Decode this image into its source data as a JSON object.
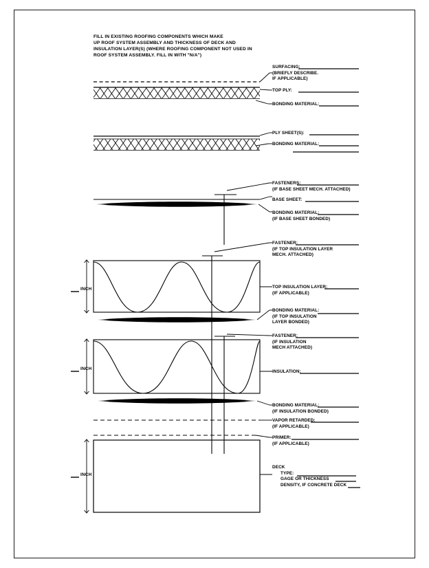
{
  "document": {
    "type": "roofing-system-assembly-worksheet",
    "header_lines": [
      "FILL IN EXISTING ROOFING COMPONENTS WHICH MAKE",
      "UP ROOF SYSTEM ASSEMBLY AND THICKNESS OF DECK AND",
      "INSULATION LAYER(S) (WHERE ROOFING COMPONENT NOT USED IN",
      "ROOF SYSTEM ASSEMBLY. FILL IN WITH \"N/A\")"
    ],
    "colors": {
      "ink": "#000000",
      "border": "#1a1a1a",
      "paper": "#ffffff"
    }
  },
  "dimension_labels": [
    {
      "id": "top-insulation-inch",
      "text": "INCH"
    },
    {
      "id": "insulation-inch",
      "text": "INCH"
    },
    {
      "id": "deck-inch",
      "text": "INCH"
    }
  ],
  "callouts": [
    {
      "id": "surfacing",
      "title": "SURFACING:",
      "sub": [
        "(BRIEFLY DESCRIBE.",
        "IF APPLICABLE)"
      ],
      "rule_after_title": true
    },
    {
      "id": "top-ply",
      "title": "TOP PLY:",
      "sub": [],
      "rule_after_title": true
    },
    {
      "id": "bonding-material-top-ply",
      "title": "BONDING MATERIAL:",
      "sub": [],
      "rule_after_title": true
    },
    {
      "id": "ply-sheets",
      "title": "PLY SHEET(S):",
      "sub": [],
      "rule_after_title": true
    },
    {
      "id": "bonding-material-ply-sheets",
      "title": "BONDING MATERIAL:",
      "sub": [],
      "rule_after_title": true
    },
    {
      "id": "fasteners-base-sheet",
      "title": "FASTENERS:",
      "sub": [
        "(IF BASE SHEET MECH. ATTACHED)"
      ],
      "rule_after_title": true
    },
    {
      "id": "base-sheet",
      "title": "BASE SHEET:",
      "sub": [],
      "rule_after_title": true
    },
    {
      "id": "bonding-material-base-sheet",
      "title": "BONDING MATERIAL:",
      "sub": [
        "(IF BASE SHEET BONDED)"
      ],
      "rule_after_title": true
    },
    {
      "id": "fastener-top-insulation",
      "title": "FASTENER:",
      "sub": [
        "(IF TOP INSULATION LAYER",
        "MECH. ATTACHED)"
      ],
      "rule_after_title": true
    },
    {
      "id": "top-insulation-layer",
      "title": "TOP INSULATION LAYER:",
      "sub": [
        "(IF APPLICABLE)"
      ],
      "rule_after_title": true
    },
    {
      "id": "bonding-material-top-insulation",
      "title": "BONDING MATERIAL:",
      "sub": [
        "(IF TOP INSULATION",
        "LAYER BONDED)"
      ],
      "rule_after_title": true
    },
    {
      "id": "fastener-insulation",
      "title": "FASTENER:",
      "sub": [
        "(IF INSULATION",
        "MECH ATTACHED)"
      ],
      "rule_after_title": true
    },
    {
      "id": "insulation",
      "title": "INSULATION:",
      "sub": [],
      "rule_after_title": true
    },
    {
      "id": "bonding-material-insulation",
      "title": "BONDING MATERIAL:",
      "sub": [
        "(IF INSULATION BONDED)"
      ],
      "rule_after_title": true
    },
    {
      "id": "vapor-retarded",
      "title": "VAPOR RETARDED:",
      "sub": [
        "(IF APPLICABLE)"
      ],
      "rule_after_title": true
    },
    {
      "id": "primer",
      "title": "PRIMER:",
      "sub": [
        "(IF APPLICABLE)"
      ],
      "rule_after_title": true
    }
  ],
  "deck_block": {
    "title": "DECK",
    "rows": [
      {
        "label": "TYPE:"
      },
      {
        "label": "GAGE OR THICKNESS"
      },
      {
        "label": "DENSITY, IF CONCRETE DECK"
      }
    ]
  }
}
